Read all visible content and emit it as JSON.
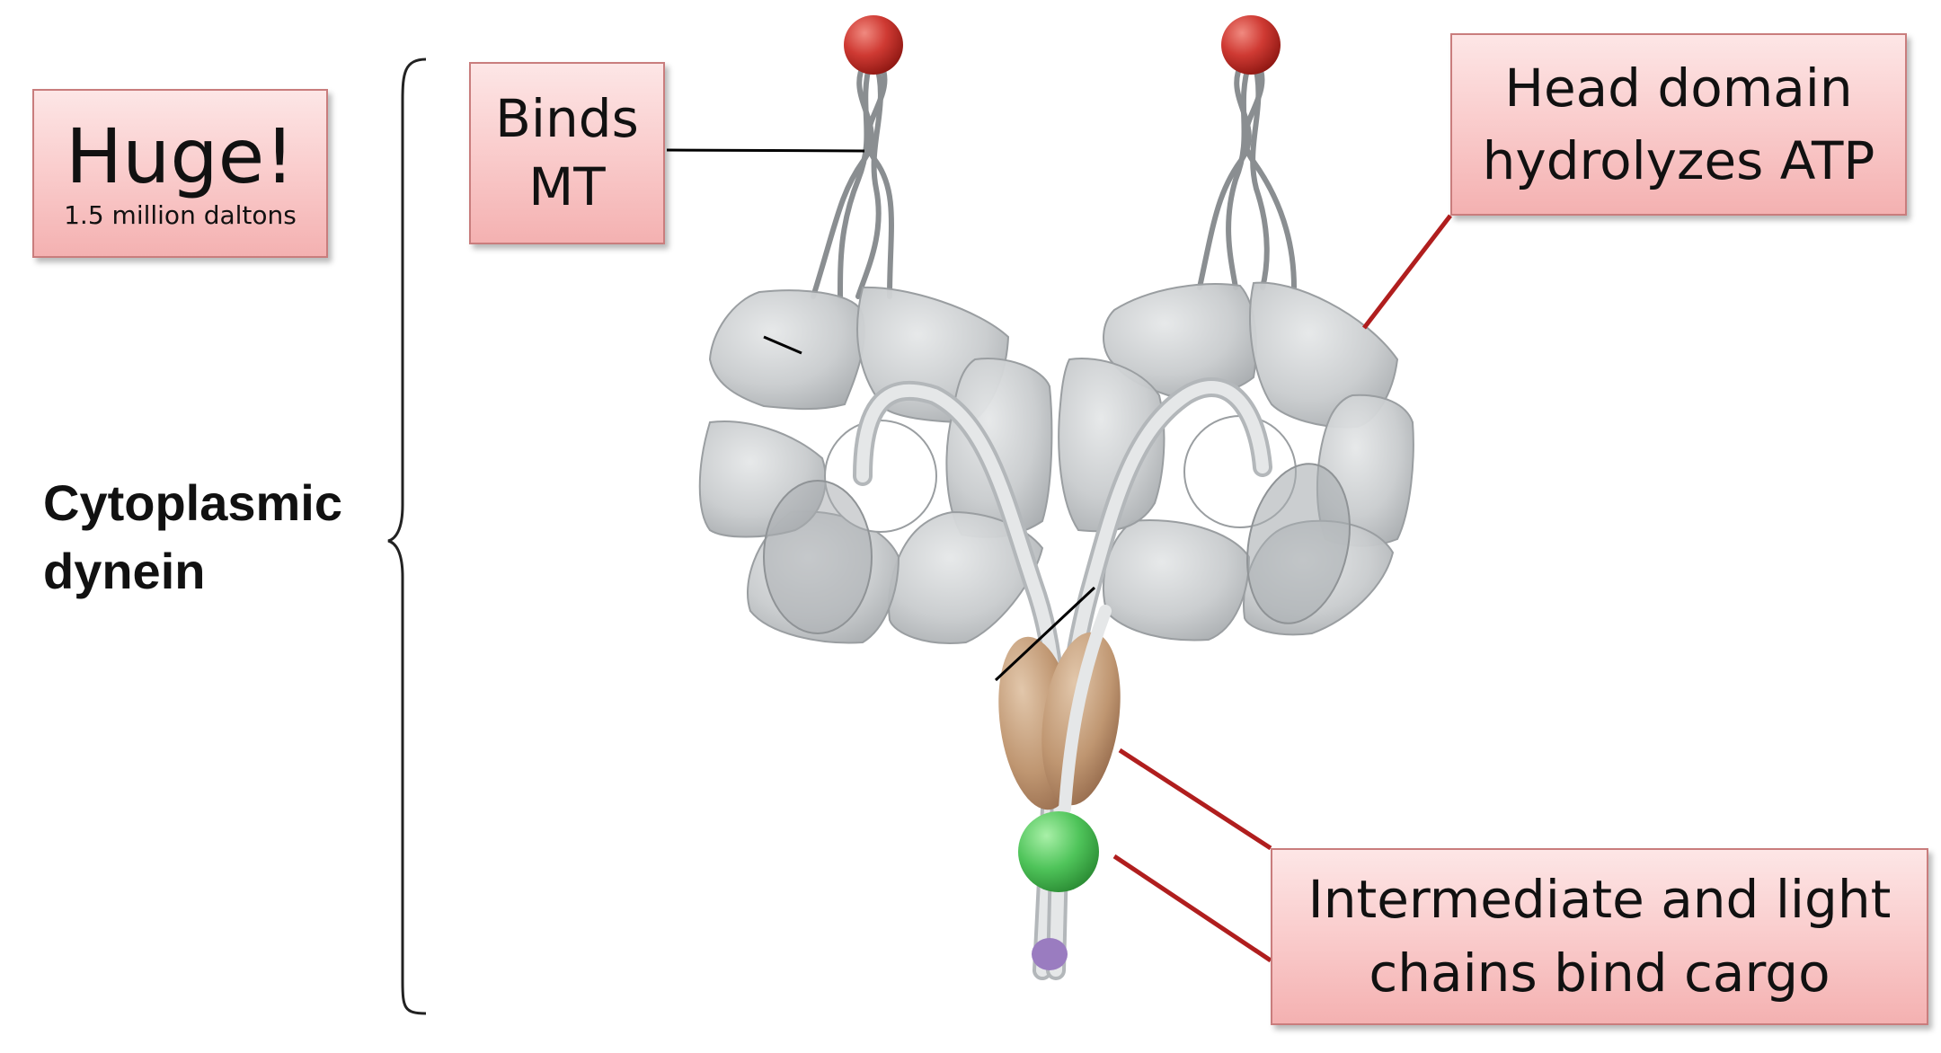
{
  "diagram": {
    "label": {
      "line1": "Cytoplasmic",
      "line2": "dynein"
    },
    "callouts": {
      "huge": {
        "title": "Huge!",
        "subtitle": "1.5 million daltons"
      },
      "binds_mt": {
        "line1": "Binds",
        "line2": "MT"
      },
      "head_domain": {
        "line1": "Head domain",
        "line2": "hydrolyzes ATP"
      },
      "chains": {
        "line1": "Intermediate and light",
        "line2": "chains bind cargo"
      }
    },
    "colors": {
      "callout_fill": "#f9c9c9",
      "callout_border": "#c97d7d",
      "leader_line": "#b01e1e",
      "head_ring": "#c9ccce",
      "mt_binding_tip": "#c8322d",
      "intermediate_chain": "#b88f6a",
      "light_chain": "#4fc45a",
      "light_chain_small": "#9a7cc0"
    }
  }
}
